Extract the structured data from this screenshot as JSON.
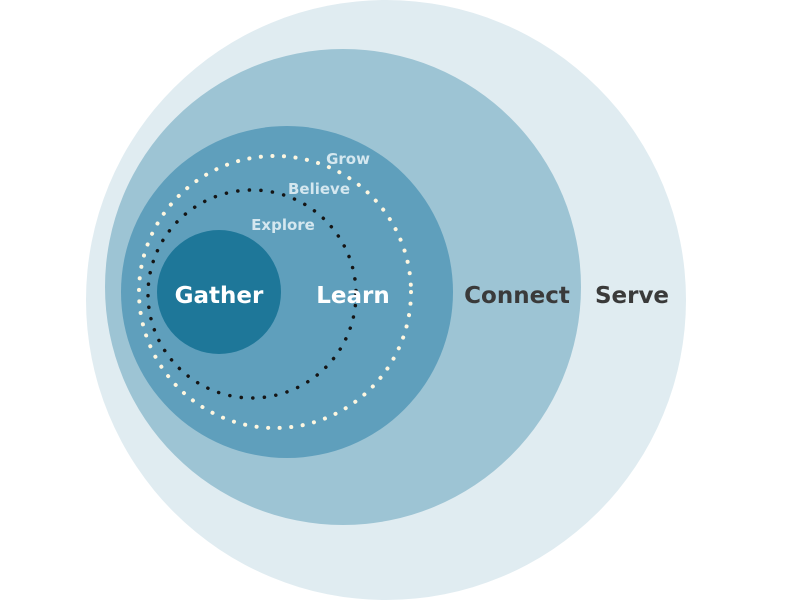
{
  "labels": {
    "gather": "Gather",
    "learn": "Learn",
    "connect": "Connect",
    "serve": "Serve",
    "explore": "Explore",
    "believe": "Believe",
    "grow": "Grow"
  },
  "colors": {
    "serve_ring": "#e0ecf1",
    "connect_ring": "#9dc4d4",
    "learn_ring": "#5f9fbc",
    "gather_core": "#1e7799",
    "dark_text": "#3a3a3a",
    "white_dots": "#fdf6e0",
    "black_dots": "#151515"
  }
}
